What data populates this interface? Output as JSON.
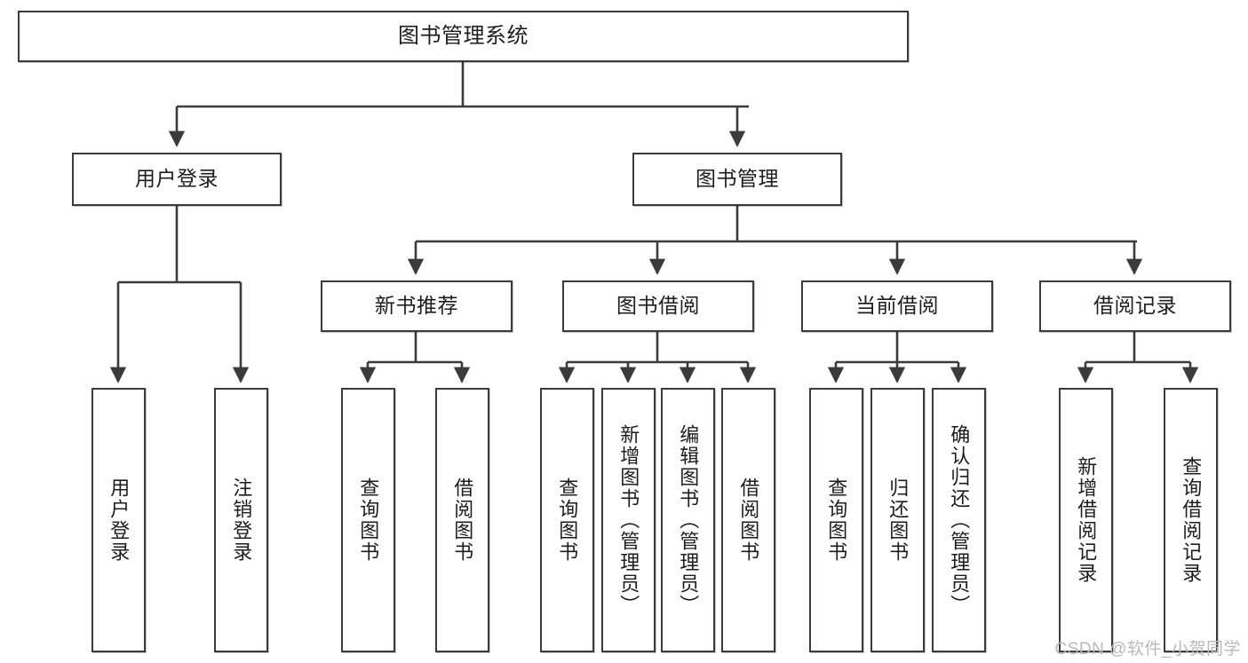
{
  "diagram": {
    "title": "图书管理系统",
    "type": "tree-hierarchy-chart",
    "watermark": "CSDN @软件_小贺同学",
    "colors": {
      "background": "#ffffff",
      "box_border": "#3b3b3b",
      "box_fill": "#ffffff",
      "connector": "#3b3b3b",
      "text": "#1d1d1d",
      "watermark": "#b9b9b9"
    },
    "nodes": {
      "root": {
        "label": "图书管理系统"
      },
      "level2": [
        {
          "id": "user-login",
          "label": "用户登录"
        },
        {
          "id": "book-management",
          "label": "图书管理"
        }
      ],
      "level3": [
        {
          "id": "new-book-recommend",
          "label": "新书推荐"
        },
        {
          "id": "book-borrow",
          "label": "图书借阅"
        },
        {
          "id": "current-borrow",
          "label": "当前借阅"
        },
        {
          "id": "borrow-record",
          "label": "借阅记录"
        }
      ],
      "leaves": {
        "user_login": [
          {
            "id": "leaf-user-login",
            "label": "用户登录"
          },
          {
            "id": "leaf-logout-login",
            "label": "注销登录"
          }
        ],
        "new_book_recommend": [
          {
            "id": "leaf-query-book-1",
            "label": "查询图书"
          },
          {
            "id": "leaf-borrow-book-1",
            "label": "借阅图书"
          }
        ],
        "book_borrow": [
          {
            "id": "leaf-query-book-2",
            "label": "查询图书"
          },
          {
            "id": "leaf-add-book",
            "label": "新增图书（管理员）"
          },
          {
            "id": "leaf-edit-book",
            "label": "编辑图书（管理员）"
          },
          {
            "id": "leaf-borrow-book-2",
            "label": "借阅图书"
          }
        ],
        "current_borrow": [
          {
            "id": "leaf-query-book-3",
            "label": "查询图书"
          },
          {
            "id": "leaf-return-book",
            "label": "归还图书"
          },
          {
            "id": "leaf-confirm-return",
            "label": "确认归还（管理员）"
          }
        ],
        "borrow_record": [
          {
            "id": "leaf-add-record",
            "label": "新增借阅记录"
          },
          {
            "id": "leaf-query-record",
            "label": "查询借阅记录"
          }
        ]
      }
    }
  }
}
